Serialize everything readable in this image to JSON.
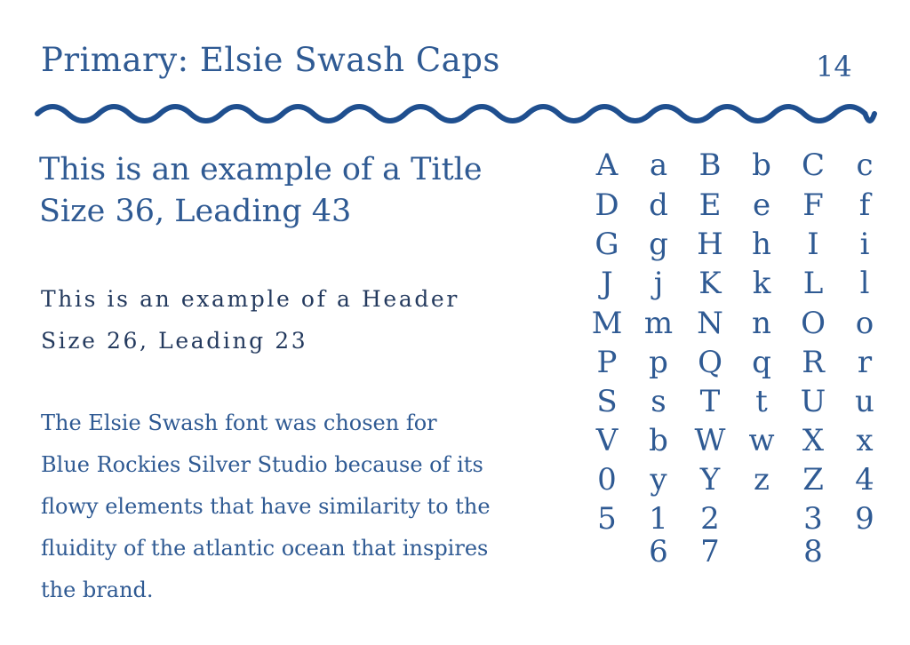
{
  "header": {
    "title": "Primary: Elsie Swash Caps",
    "page_number": "14"
  },
  "title_sample": {
    "line1": "This is an example of a Title",
    "line2": "Size 36, Leading 43"
  },
  "header_sample": {
    "line1": "This is an example of a Header",
    "line2": "Size 26, Leading 23"
  },
  "body_sample": {
    "lines": [
      "The Elsie Swash font was chosen for",
      "Blue Rockies Silver Studio because of its",
      "flowy elements that have similarity to the",
      "fluidity of the atlantic ocean that inspires",
      "the brand."
    ]
  },
  "glyph_set": {
    "rows": [
      [
        "A",
        "a",
        "B",
        "b",
        "C",
        "c"
      ],
      [
        "D",
        "d",
        "E",
        "e",
        "F",
        "f"
      ],
      [
        "G",
        "g",
        "H",
        "h",
        "I",
        "i"
      ],
      [
        "J",
        "j",
        "K",
        "k",
        "L",
        "l"
      ],
      [
        "M",
        "m",
        "N",
        "n",
        "O",
        "o"
      ],
      [
        "P",
        "p",
        "Q",
        "q",
        "R",
        "r"
      ],
      [
        "S",
        "s",
        "T",
        "t",
        "U",
        "u"
      ],
      [
        "V",
        "b",
        "W",
        "w",
        "X",
        "x"
      ],
      [
        "0",
        "y",
        "Y",
        "z",
        "Z",
        "4"
      ],
      [
        "5",
        "1",
        "2",
        "",
        "3",
        "9"
      ],
      [
        "",
        "6",
        "7",
        "",
        "8",
        ""
      ]
    ]
  },
  "colors": {
    "primary_blue": "#2f5a93",
    "wave_blue": "#1f4f8f",
    "header_navy": "#243a5e"
  }
}
